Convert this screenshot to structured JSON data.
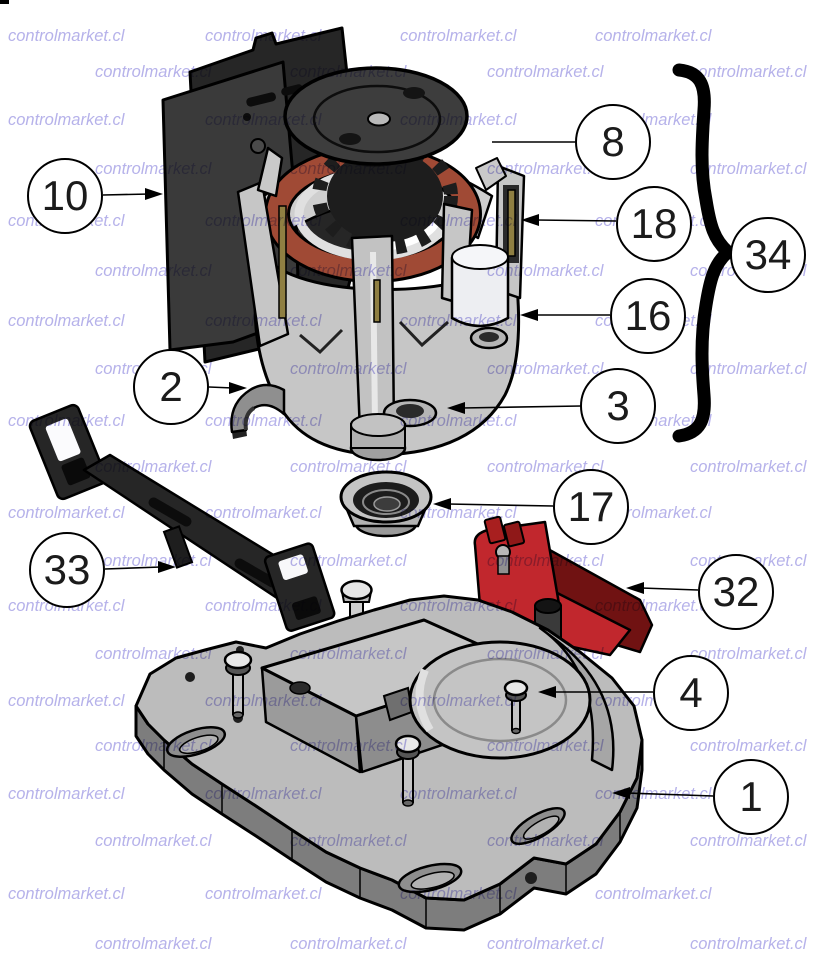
{
  "watermark": {
    "text": "controlmarket.cl",
    "color": "#b6b2ea"
  },
  "diagram": {
    "kind": "exploded-parts-diagram",
    "callouts": [
      {
        "id": "10",
        "label": "10"
      },
      {
        "id": "8",
        "label": "8"
      },
      {
        "id": "18",
        "label": "18"
      },
      {
        "id": "16",
        "label": "16"
      },
      {
        "id": "2",
        "label": "2"
      },
      {
        "id": "3",
        "label": "3"
      },
      {
        "id": "34",
        "label": "34"
      },
      {
        "id": "33",
        "label": "33"
      },
      {
        "id": "17",
        "label": "17"
      },
      {
        "id": "32",
        "label": "32"
      },
      {
        "id": "4",
        "label": "4"
      },
      {
        "id": "1",
        "label": "1"
      }
    ],
    "colors": {
      "outline": "#000000",
      "callout_fill": "#ffffff",
      "callout_text": "#1b1b1b",
      "wm_color": "#b6b2ea",
      "motor_gray": "#c6c6c6",
      "copper_winding": "#a04a35",
      "capacitor_white": "#edeef2",
      "brass_pin": "#8f7f42",
      "dark_plastic": "#262626",
      "red_part": "#c1272d",
      "dark_red": "#701212",
      "base_gray": "#bcbcbc"
    }
  }
}
